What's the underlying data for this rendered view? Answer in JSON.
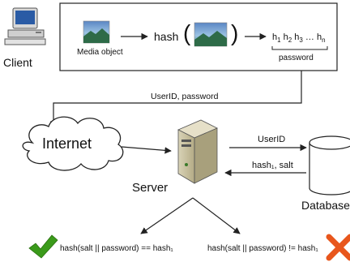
{
  "client": {
    "label": "Client"
  },
  "media": {
    "label": "Media object"
  },
  "hash_fn": {
    "label": "hash",
    "open_paren": "(",
    "close_paren": ")"
  },
  "hash_sequence": {
    "h1": "h",
    "s1": "1",
    "h2": "h",
    "s2": "2",
    "h3": "h",
    "s3": "3",
    "ellipsis": "…",
    "hn": "h",
    "sn": "n"
  },
  "password": {
    "label": "password"
  },
  "transfer": {
    "label": "UserID, password"
  },
  "internet": {
    "label": "Internet"
  },
  "server": {
    "label": "Server"
  },
  "database": {
    "label": "Database"
  },
  "to_db": {
    "label": "UserID"
  },
  "from_db": {
    "label": "hash₁, salt"
  },
  "outcome_ok": {
    "label": "hash(salt || password) == hash₁"
  },
  "outcome_fail": {
    "label": "hash(salt || password) != hash₁"
  },
  "colors": {
    "ok": "#3a9a1a",
    "fail": "#e8561c",
    "line": "#222222"
  }
}
